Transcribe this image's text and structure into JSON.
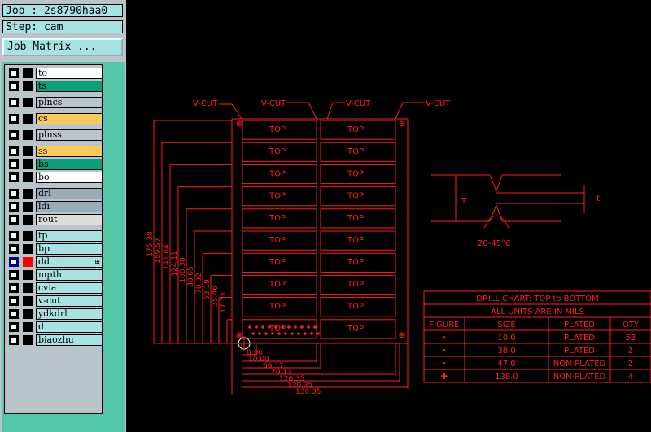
{
  "header": {
    "job": "Job : 2s8790haa0",
    "step": "Step: cam"
  },
  "job_matrix_button": "Job Matrix ...",
  "layers": [
    {
      "name": "to",
      "color": "#ffffff",
      "swatch": "#000000"
    },
    {
      "name": "ts",
      "color": "#0fa07a",
      "swatch": "#000000"
    },
    {
      "name": "plncs",
      "color": "#b9c4cb",
      "swatch": "#000000"
    },
    {
      "name": "cs",
      "color": "#ffc95a",
      "swatch": "#000000"
    },
    {
      "name": "plnss",
      "color": "#b9c4cb",
      "swatch": "#000000"
    },
    {
      "name": "ss",
      "color": "#ffc95a",
      "swatch": "#000000"
    },
    {
      "name": "bs",
      "color": "#0fa07a",
      "swatch": "#000000"
    },
    {
      "name": "bo",
      "color": "#ffffff",
      "swatch": "#000000"
    },
    {
      "name": "drl",
      "color": "#9aacb8",
      "swatch": "#000000"
    },
    {
      "name": "ldi",
      "color": "#9aacb8",
      "swatch": "#000000"
    },
    {
      "name": "rout",
      "color": "#dcdcdc",
      "swatch": "#000000"
    },
    {
      "name": "tp",
      "color": "#a8e3e3",
      "swatch": "#000000"
    },
    {
      "name": "bp",
      "color": "#a8e3e3",
      "swatch": "#000000"
    },
    {
      "name": "dd",
      "color": "#a8e3e3",
      "swatch": "#ff0000",
      "active": true,
      "expand": "⊞"
    },
    {
      "name": "mpth",
      "color": "#a8e3e3",
      "swatch": "#000000"
    },
    {
      "name": "cvia",
      "color": "#a8e3e3",
      "swatch": "#000000"
    },
    {
      "name": "v-cut",
      "color": "#a8e3e3",
      "swatch": "#000000"
    },
    {
      "name": "ydkdrl",
      "color": "#a8e3e3",
      "swatch": "#000000"
    },
    {
      "name": "d",
      "color": "#a8e3e3",
      "swatch": "#000000"
    },
    {
      "name": "biaozhu",
      "color": "#a8e3e3",
      "swatch": "#000000"
    }
  ],
  "drawing": {
    "vcut_labels": [
      "V-CUT",
      "V-CUT",
      "V-CUT",
      "V-CUT"
    ],
    "left_column_labels": [
      "TOP",
      "TOP",
      "TOP",
      "TOP",
      "TOP",
      "TOP",
      "TOP",
      "TOP",
      "TOP",
      "TOP"
    ],
    "right_column_labels": [
      "TOP",
      "TOP",
      "TOP",
      "TOP",
      "TOP",
      "TOP",
      "TOP",
      "TOP",
      "TOP",
      "TOP"
    ],
    "left_dimensions": [
      "175.30",
      "159.57",
      "141.84",
      "124.11",
      "106.38",
      "88.65",
      "70.92",
      "53.19",
      "35.46",
      "17.73"
    ],
    "bottom_dimensions": [
      "0.00",
      "10.00",
      "66.17",
      "70.17",
      "126.35",
      "130.35",
      "136.35"
    ],
    "detail_height_label": "T",
    "detail_right_label": "t",
    "detail_angle": "20-45°C"
  },
  "drill_chart": {
    "title": "DRILL CHART: TOP to BOTTOM",
    "subtitle": "ALL UNITS ARE IN MILS",
    "headers": [
      "FIGURE",
      "SIZE",
      "PLATED",
      "QTY"
    ],
    "rows": [
      {
        "figure": "•",
        "size": "10.0",
        "plated": "PLATED",
        "qty": "53"
      },
      {
        "figure": "•",
        "size": "38.0",
        "plated": "PLATED",
        "qty": "2"
      },
      {
        "figure": "•",
        "size": "47.0",
        "plated": "NON-PLATED",
        "qty": "2"
      },
      {
        "figure": "✚",
        "size": "138.0",
        "plated": "NON-PLATED",
        "qty": "4"
      }
    ]
  },
  "colors": {
    "drawing": "#ff2020",
    "panel_green": "#56c8aa"
  }
}
